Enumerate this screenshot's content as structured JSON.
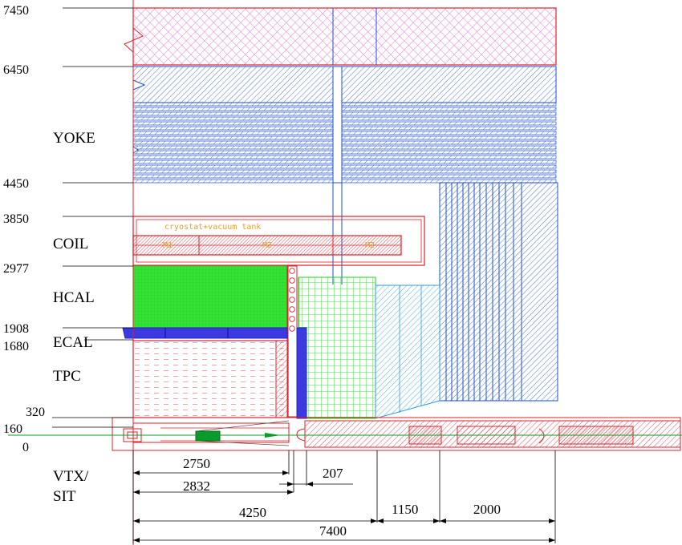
{
  "radii": [
    "7450",
    "6450",
    "4450",
    "3850",
    "2977",
    "1908",
    "1680",
    "320",
    "160",
    "0"
  ],
  "detectors": [
    "YOKE",
    "COIL",
    "HCAL",
    "ECAL",
    "TPC",
    "VTX/",
    "SIT"
  ],
  "cryostat_label": "cryostat+vacuum tank",
  "coil_sections": [
    "M1",
    "M2",
    "M2"
  ],
  "lengths": [
    "2750",
    "2832",
    "207",
    "4250",
    "1150",
    "2000",
    "7400"
  ],
  "colors": {
    "yoke": "#1c4fd6",
    "coil": "#e0202a",
    "hcal": "#19d619",
    "ecal": "#2222cc",
    "endcap": "#2a9be0",
    "cryostat": "#e0a030"
  }
}
